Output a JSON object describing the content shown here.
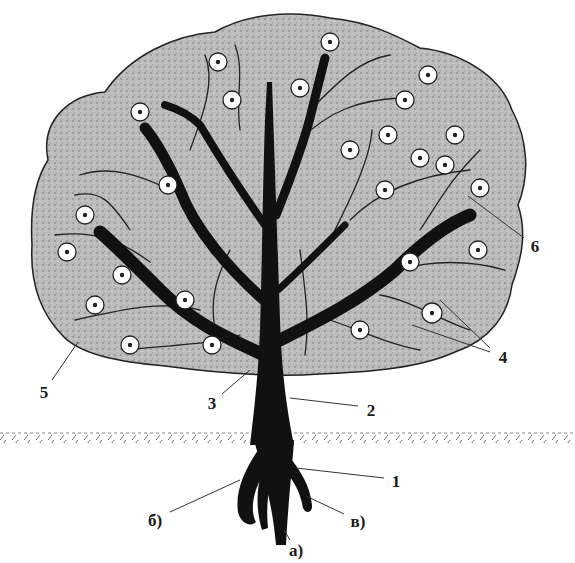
{
  "diagram": {
    "labels": [
      "6",
      "4",
      "5",
      "3",
      "2",
      "1",
      "б)",
      "в)",
      "а)"
    ]
  }
}
